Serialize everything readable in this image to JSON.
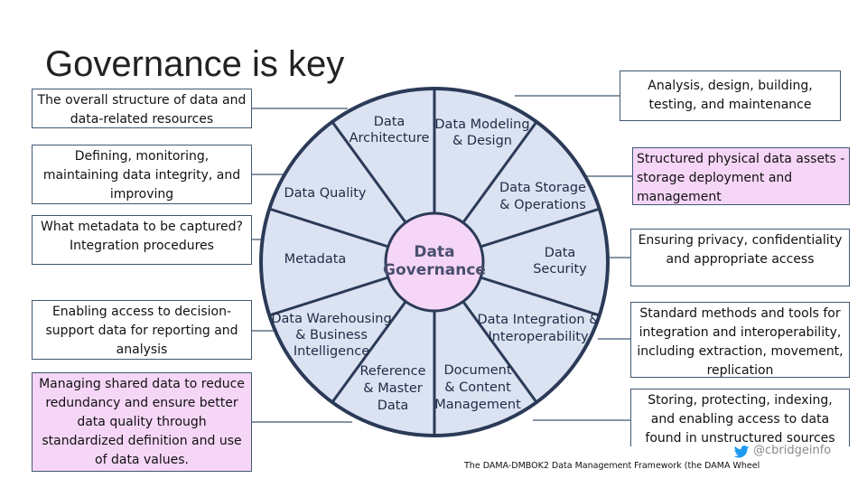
{
  "title": "Governance is key",
  "left_boxes": [
    {
      "text": "The overall structure of data and data-related resources",
      "highlight": false
    },
    {
      "text": "Defining, monitoring, maintaining data integrity, and improving",
      "highlight": false
    },
    {
      "text": "What metadata to be captured? Integration procedures",
      "highlight": false
    },
    {
      "text": "Enabling access to decision-support data for reporting and analysis",
      "highlight": false
    },
    {
      "text": "Managing shared data to reduce redundancy and ensure better data quality through standardized definition and use of data values.",
      "highlight": true
    }
  ],
  "right_boxes": [
    {
      "text": "Analysis, design, building, testing, and maintenance",
      "highlight": false
    },
    {
      "text": "Structured physical data assets - storage deployment and management",
      "highlight": true
    },
    {
      "text": "Ensuring privacy, confidentiality and appropriate access",
      "highlight": false
    },
    {
      "text": "Standard methods and tools for integration and interoperability, including extraction, movement, replication",
      "highlight": false
    },
    {
      "text": "Storing, protecting, indexing, and enabling access to data found in unstructured sources",
      "highlight": false
    }
  ],
  "wheel": {
    "center": [
      "Data",
      "Governance"
    ],
    "segments": [
      {
        "lines": [
          "Data Modeling",
          "& Design"
        ]
      },
      {
        "lines": [
          "Data Storage",
          "& Operations"
        ]
      },
      {
        "lines": [
          "Data",
          "Security"
        ]
      },
      {
        "lines": [
          "Data Integration &",
          "Interoperability"
        ]
      },
      {
        "lines": [
          "Document",
          "& Content",
          "Management"
        ]
      },
      {
        "lines": [
          "Reference",
          "& Master",
          "Data"
        ]
      },
      {
        "lines": [
          "Data Warehousing",
          "& Business",
          "Intelligence"
        ]
      },
      {
        "lines": [
          "Metadata"
        ]
      },
      {
        "lines": [
          "Data Quality"
        ]
      },
      {
        "lines": [
          "Data",
          "Architecture"
        ]
      }
    ]
  },
  "caption": "The DAMA-DMBOK2 Data Management Framework (the DAMA Wheel",
  "social_handle": "@cbridgeinfo",
  "colors": {
    "wheel_fill": "#dbe3f3",
    "wheel_border": "#2b3a57",
    "center_fill": "#f6d6f7",
    "highlight_fill": "#f6d6f7",
    "box_border": "#3f5872"
  },
  "icons": [
    "twitter-bird-icon"
  ]
}
